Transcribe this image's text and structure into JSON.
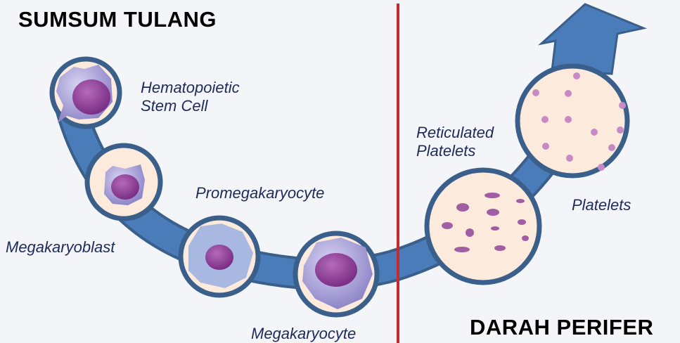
{
  "headers": {
    "left": "SUMSUM TULANG",
    "right": "DARAH PERIFER"
  },
  "labels": {
    "hsc_line1": "Hematopoietic",
    "hsc_line2": "Stem Cell",
    "megakaryoblast": "Megakaryoblast",
    "promegakaryocyte": "Promegakaryocyte",
    "megakaryocyte": "Megakaryocyte",
    "reticulated_line1": "Reticulated",
    "reticulated_line2": "Platelets",
    "platelets": "Platelets"
  },
  "colors": {
    "band": "#4a7cba",
    "border": "#3a5f8a",
    "divider": "#c62a2f",
    "cellbg": "#fcebdc",
    "cell": "#9a8fd0",
    "nucleus": "#8a3c96"
  }
}
